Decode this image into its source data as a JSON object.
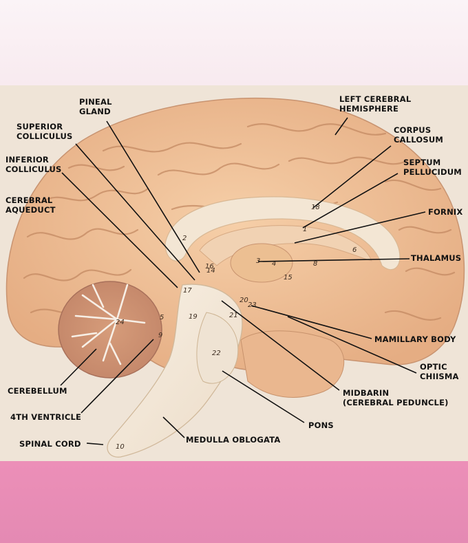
{
  "labels": {
    "pineal_gland": [
      "PINEAL",
      "GLAND"
    ],
    "superior_colliculus": [
      "SUPERIOR",
      "COLLICULUS"
    ],
    "inferior_colliculus": [
      "INFERIOR",
      "COLLICULUS"
    ],
    "cerebral_aqueduct": [
      "CEREBRAL",
      "AQUEDUCT"
    ],
    "left_cerebral_hemisphere": [
      "LEFT CEREBRAL",
      "HEMISPHERE"
    ],
    "corpus_callosum": [
      "CORPUS",
      "CALLOSUM"
    ],
    "septum_pellucidum": [
      "SEPTUM",
      "PELLUCIDUM"
    ],
    "fornix": "FORNIX",
    "thalamus": "THALAMUS",
    "mamillary_body": "MAMILLARY BODY",
    "optic_chiisma": [
      "OPTIC",
      "CHIISMA"
    ],
    "midbarin": [
      "MIDBARIN",
      "(CEREBRAL PEDUNCLE)"
    ],
    "pons": "PONS",
    "medulla_oblogata": "MEDULLA OBLOGATA",
    "spinal_cord": "SPINAL CORD",
    "cerebellum": "CEREBELLUM",
    "fourth_ventricle": "4TH VENTRICLE"
  },
  "model_numbers": [
    "18",
    "1",
    "4",
    "3",
    "6",
    "2",
    "8",
    "16",
    "15",
    "14",
    "17",
    "19",
    "20",
    "21",
    "22",
    "23",
    "24",
    "5",
    "9",
    "10"
  ],
  "colors": {
    "brain_tissue": "#efc19a",
    "white_matter": "#f4ede2",
    "pointer_line": "#111111",
    "bottom_band": "#e88db5",
    "top_band": "#f9eef2"
  }
}
